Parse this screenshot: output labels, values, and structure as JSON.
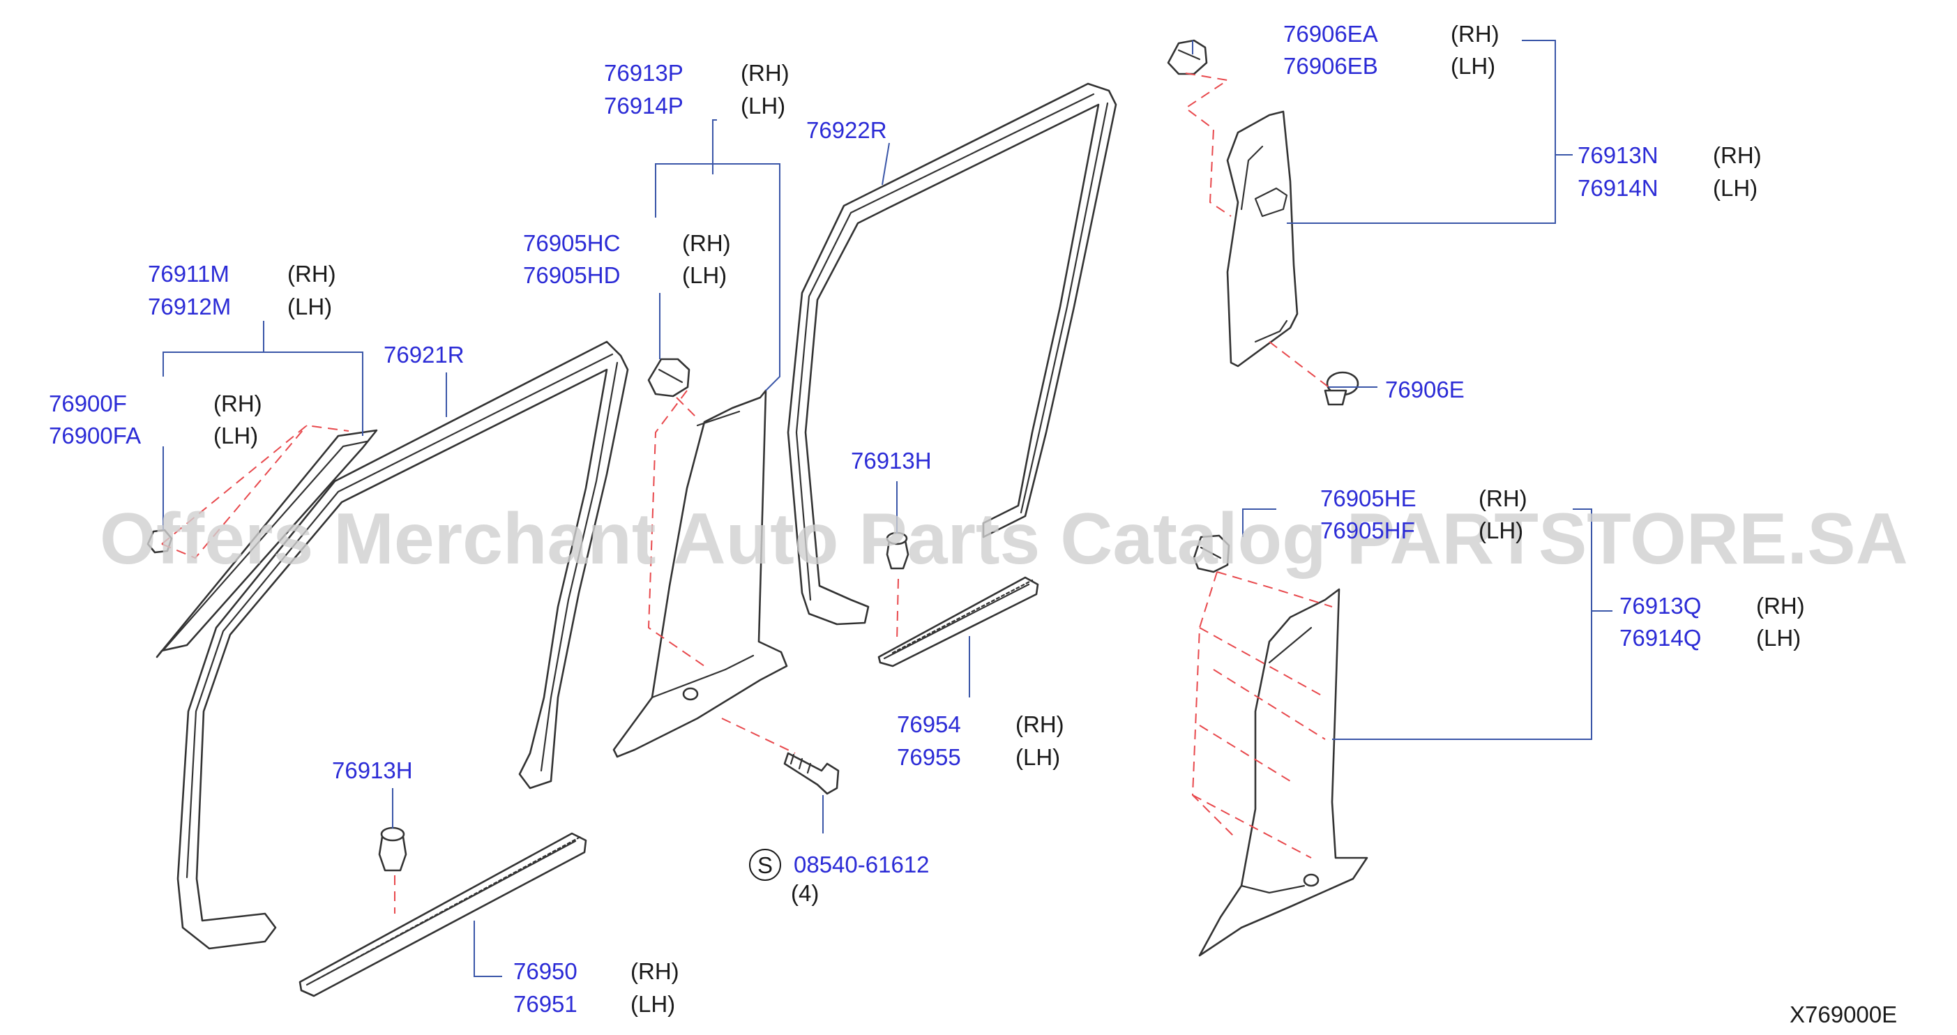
{
  "callouts": [
    {
      "id": "76906EA",
      "part": "76906EA",
      "side": "(RH)"
    },
    {
      "id": "76906EB",
      "part": "76906EB",
      "side": "(LH)"
    },
    {
      "id": "76913P",
      "part": "76913P",
      "side": "(RH)"
    },
    {
      "id": "76914P",
      "part": "76914P",
      "side": "(LH)"
    },
    {
      "id": "76922R",
      "part": "76922R",
      "side": ""
    },
    {
      "id": "76913N",
      "part": "76913N",
      "side": "(RH)"
    },
    {
      "id": "76914N",
      "part": "76914N",
      "side": "(LH)"
    },
    {
      "id": "76905HC",
      "part": "76905HC",
      "side": "(RH)"
    },
    {
      "id": "76905HD",
      "part": "76905HD",
      "side": "(LH)"
    },
    {
      "id": "76911M",
      "part": "76911M",
      "side": "(RH)"
    },
    {
      "id": "76912M",
      "part": "76912M",
      "side": "(LH)"
    },
    {
      "id": "76921R",
      "part": "76921R",
      "side": ""
    },
    {
      "id": "76906E",
      "part": "76906E",
      "side": ""
    },
    {
      "id": "76900F",
      "part": "76900F",
      "side": "(RH)"
    },
    {
      "id": "76900FA",
      "part": "76900FA",
      "side": "(LH)"
    },
    {
      "id": "76913H_upper",
      "part": "76913H",
      "side": ""
    },
    {
      "id": "76905HE",
      "part": "76905HE",
      "side": "(RH)"
    },
    {
      "id": "76905HF",
      "part": "76905HF",
      "side": "(LH)"
    },
    {
      "id": "76913Q",
      "part": "76913Q",
      "side": "(RH)"
    },
    {
      "id": "76914Q",
      "part": "76914Q",
      "side": "(LH)"
    },
    {
      "id": "76954",
      "part": "76954",
      "side": "(RH)"
    },
    {
      "id": "76955",
      "part": "76955",
      "side": "(LH)"
    },
    {
      "id": "76913H_lower",
      "part": "76913H",
      "side": ""
    },
    {
      "id": "08540-61612",
      "part": "08540-61612",
      "side": ""
    },
    {
      "id": "76950",
      "part": "76950",
      "side": "(RH)"
    },
    {
      "id": "76951",
      "part": "76951",
      "side": "(LH)"
    }
  ],
  "screw_symbol": "S",
  "screw_quantity": "(4)",
  "diagram_ref": "X769000E",
  "watermark": "Offers Merchant Auto Parts Catalog PARTSTORE.SA",
  "colors": {
    "part_number": "#2b2bd6",
    "leader": "#3a56a8",
    "hidden_line": "#e8484c",
    "outline": "#333333",
    "watermark": "#d0d0d0"
  }
}
